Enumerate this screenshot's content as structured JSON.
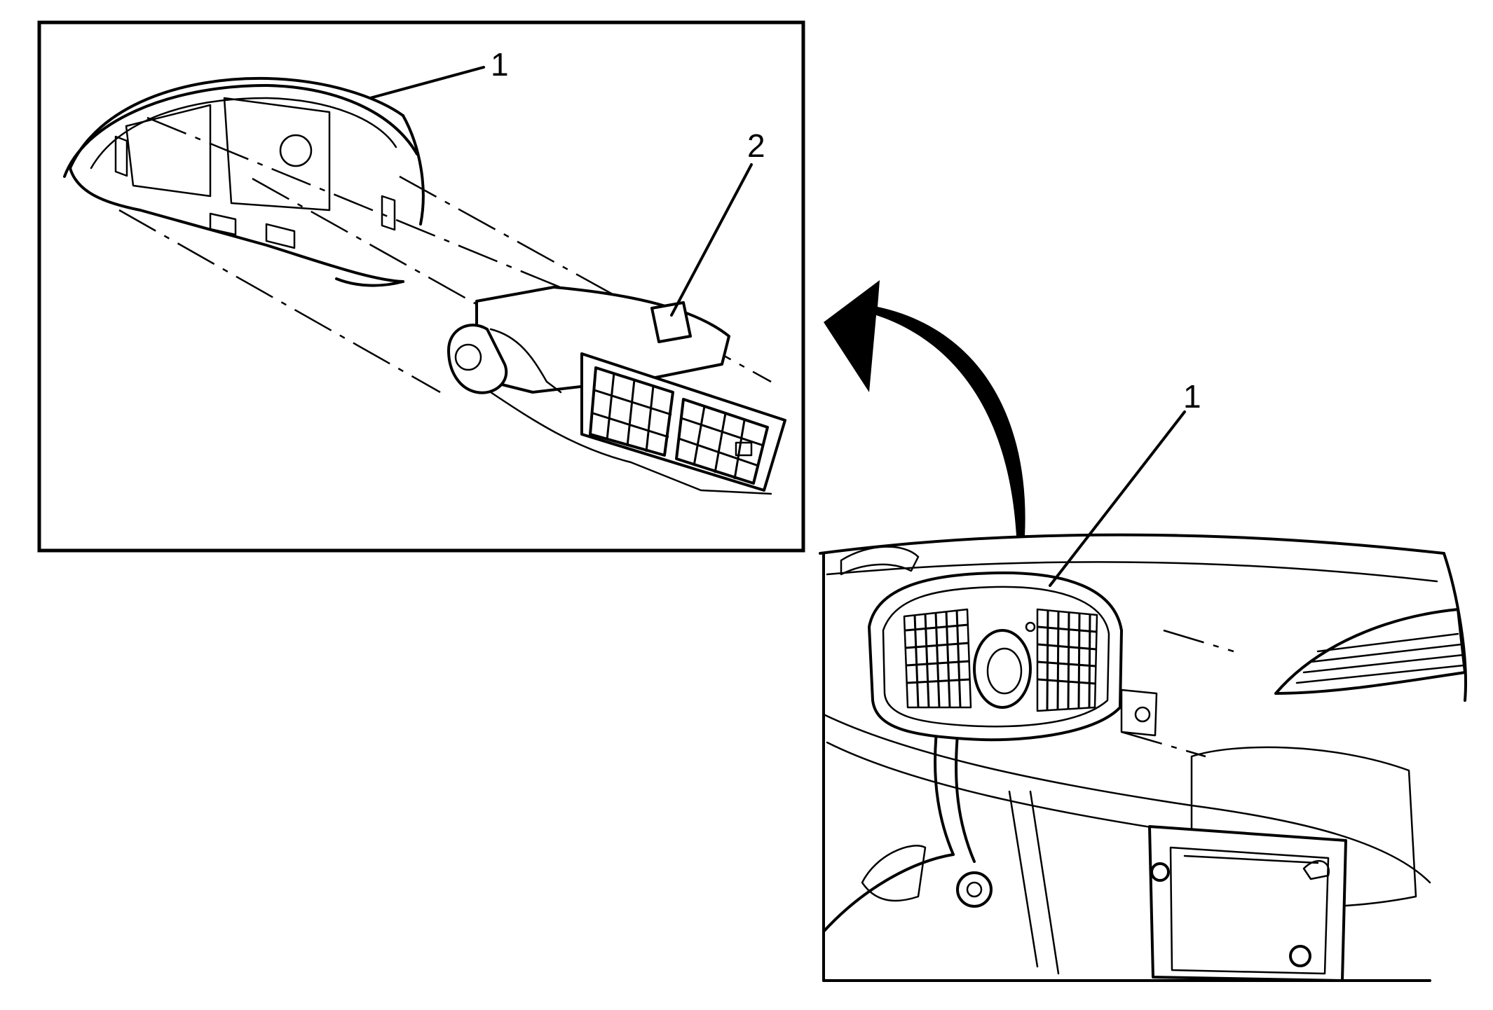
{
  "callouts": {
    "detail_bezel": "1",
    "detail_duct": "2",
    "vehicle_bezel": "1"
  }
}
